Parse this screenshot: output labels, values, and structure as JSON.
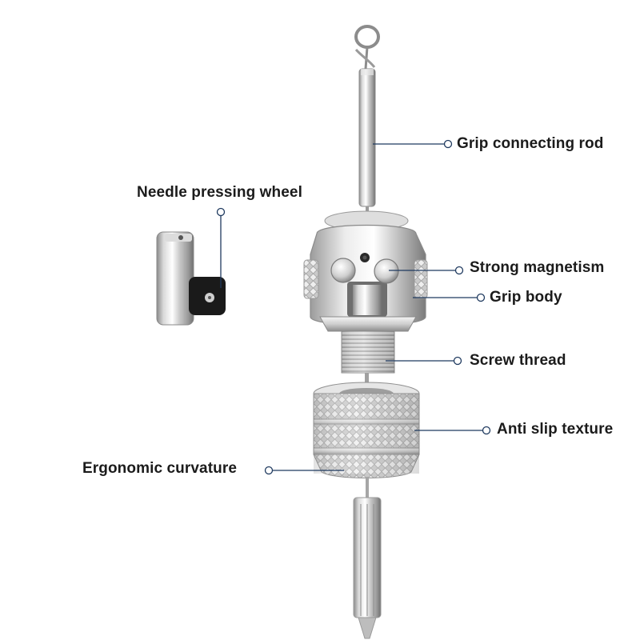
{
  "callouts": {
    "grip_connecting_rod": "Grip connecting rod",
    "needle_pressing_wheel": "Needle pressing wheel",
    "strong_magnetism": "Strong magnetism",
    "grip_body": "Grip body",
    "screw_thread": "Screw thread",
    "anti_slip_texture": "Anti slip texture",
    "ergonomic_curvature": "Ergonomic curvature"
  },
  "colors": {
    "leader_line": "#1f3a5f",
    "label_text": "#1b1b1b",
    "metal_light": "#f2f2f2",
    "metal_mid": "#c4c4c4",
    "metal_dark": "#7a7a7a",
    "wheel_black": "#1a1a1a"
  }
}
